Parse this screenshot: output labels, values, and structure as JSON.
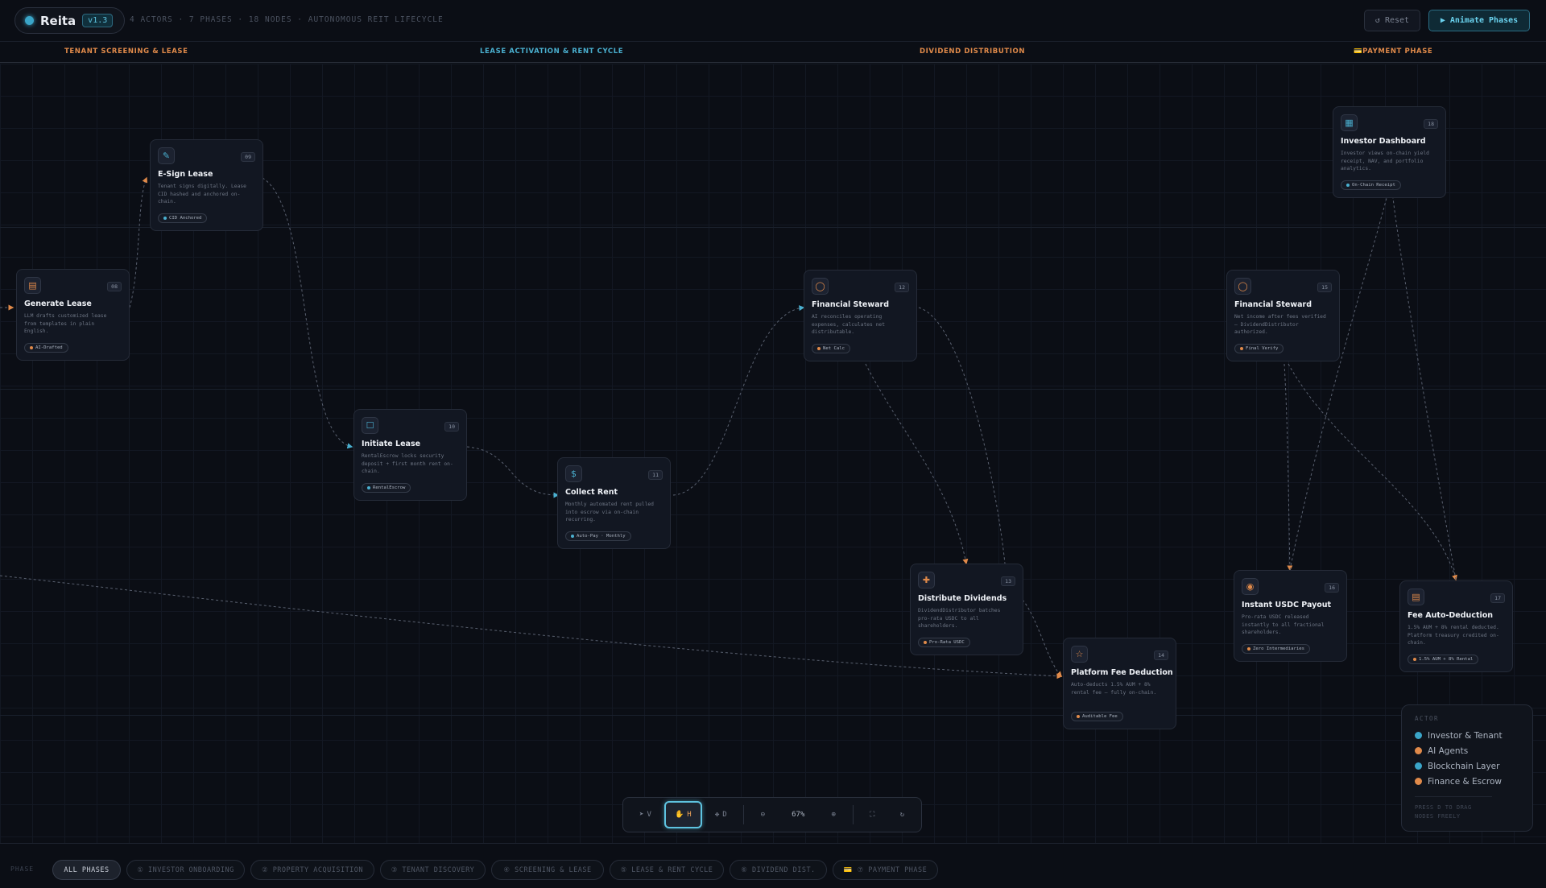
{
  "header": {
    "brand": "Reita",
    "version": "v1.3",
    "subtitle": "4 ACTORS · 7 PHASES · 18 NODES · AUTONOMOUS REIT LIFECYCLE",
    "reset_label": "↺ Reset",
    "animate_label": "▶ Animate Phases"
  },
  "phases": [
    {
      "label": "TENANT SCREENING & LEASE",
      "color": "#e08a4a"
    },
    {
      "label": "LEASE ACTIVATION & RENT CYCLE",
      "color": "#4ab0d0"
    },
    {
      "label": "DIVIDEND DISTRIBUTION",
      "color": "#e08a4a"
    },
    {
      "label": "💳PAYMENT PHASE",
      "color": "#e08a4a"
    }
  ],
  "nodes": {
    "generate_lease": {
      "num": "08",
      "title": "Generate Lease",
      "desc": "LLM drafts customized lease from templates in plain English.",
      "tag": "AI-Drafted",
      "icon": "document-icon"
    },
    "esign_lease": {
      "num": "09",
      "title": "E-Sign Lease",
      "desc": "Tenant signs digitally. Lease CID hashed and anchored on-chain.",
      "tag": "CID Anchored",
      "icon": "pen-icon"
    },
    "initiate_lease": {
      "num": "10",
      "title": "Initiate Lease",
      "desc": "RentalEscrow locks security deposit + first month rent on-chain.",
      "tag": "RentalEscrow",
      "icon": "lock-icon"
    },
    "collect_rent": {
      "num": "11",
      "title": "Collect Rent",
      "desc": "Monthly automated rent pulled into escrow via on-chain recurring.",
      "tag": "Auto-Pay · Monthly",
      "icon": "dollar-icon"
    },
    "financial_steward_1": {
      "num": "12",
      "title": "Financial Steward",
      "desc": "AI reconciles operating expenses, calculates net distributable.",
      "tag": "Net Calc",
      "icon": "shield-icon"
    },
    "distribute_dividends": {
      "num": "13",
      "title": "Distribute Dividends",
      "desc": "DividendDistributor batches pro-rata USDC to all shareholders.",
      "tag": "Pro-Rata USDC",
      "icon": "split-icon"
    },
    "platform_fee": {
      "num": "14",
      "title": "Platform Fee Deduction",
      "desc": "Auto-deducts 1.5% AUM + 8% rental fee — fully on-chain.",
      "tag": "Auditable Fee",
      "icon": "star-icon"
    },
    "financial_steward_2": {
      "num": "15",
      "title": "Financial Steward",
      "desc": "Net income after fees verified — DividendDistributor authorized.",
      "tag": "Final Verify",
      "icon": "shield-icon"
    },
    "instant_usdc": {
      "num": "16",
      "title": "Instant USDC Payout",
      "desc": "Pro-rata USDC released instantly to all fractional shareholders.",
      "tag": "Zero Intermediaries",
      "icon": "coin-icon"
    },
    "fee_auto": {
      "num": "17",
      "title": "Fee Auto-Deduction",
      "desc": "1.5% AUM + 8% rental deducted. Platform treasury credited on-chain.",
      "tag": "1.5% AUM + 8% Rental",
      "icon": "card-icon"
    },
    "investor_dashboard": {
      "num": "18",
      "title": "Investor Dashboard",
      "desc": "Investor views on-chain yield receipt, NAV, and portfolio analytics.",
      "tag": "On-Chain Receipt",
      "icon": "chart-icon"
    }
  },
  "toolbar": {
    "select_key": "V",
    "hand_key": "H",
    "move_key": "D",
    "zoom": "67%"
  },
  "legend": {
    "title": "ACTOR",
    "items": [
      {
        "label": "Investor & Tenant",
        "color": "#3aa5c8"
      },
      {
        "label": "AI Agents",
        "color": "#e08a4a"
      },
      {
        "label": "Blockchain Layer",
        "color": "#3aa5c8"
      },
      {
        "label": "Finance & Escrow",
        "color": "#e08a4a"
      }
    ],
    "hint": "PRESS D TO DRAG NODES FREELY"
  },
  "filter": {
    "caption": "PHASE",
    "chips": [
      "ALL PHASES",
      "① INVESTOR ONBOARDING",
      "② PROPERTY ACQUISITION",
      "③ TENANT DISCOVERY",
      "④ SCREENING & LEASE",
      "⑤ LEASE & RENT CYCLE",
      "⑥ DIVIDEND DIST.",
      "💳 ⑦ PAYMENT PHASE"
    ]
  }
}
